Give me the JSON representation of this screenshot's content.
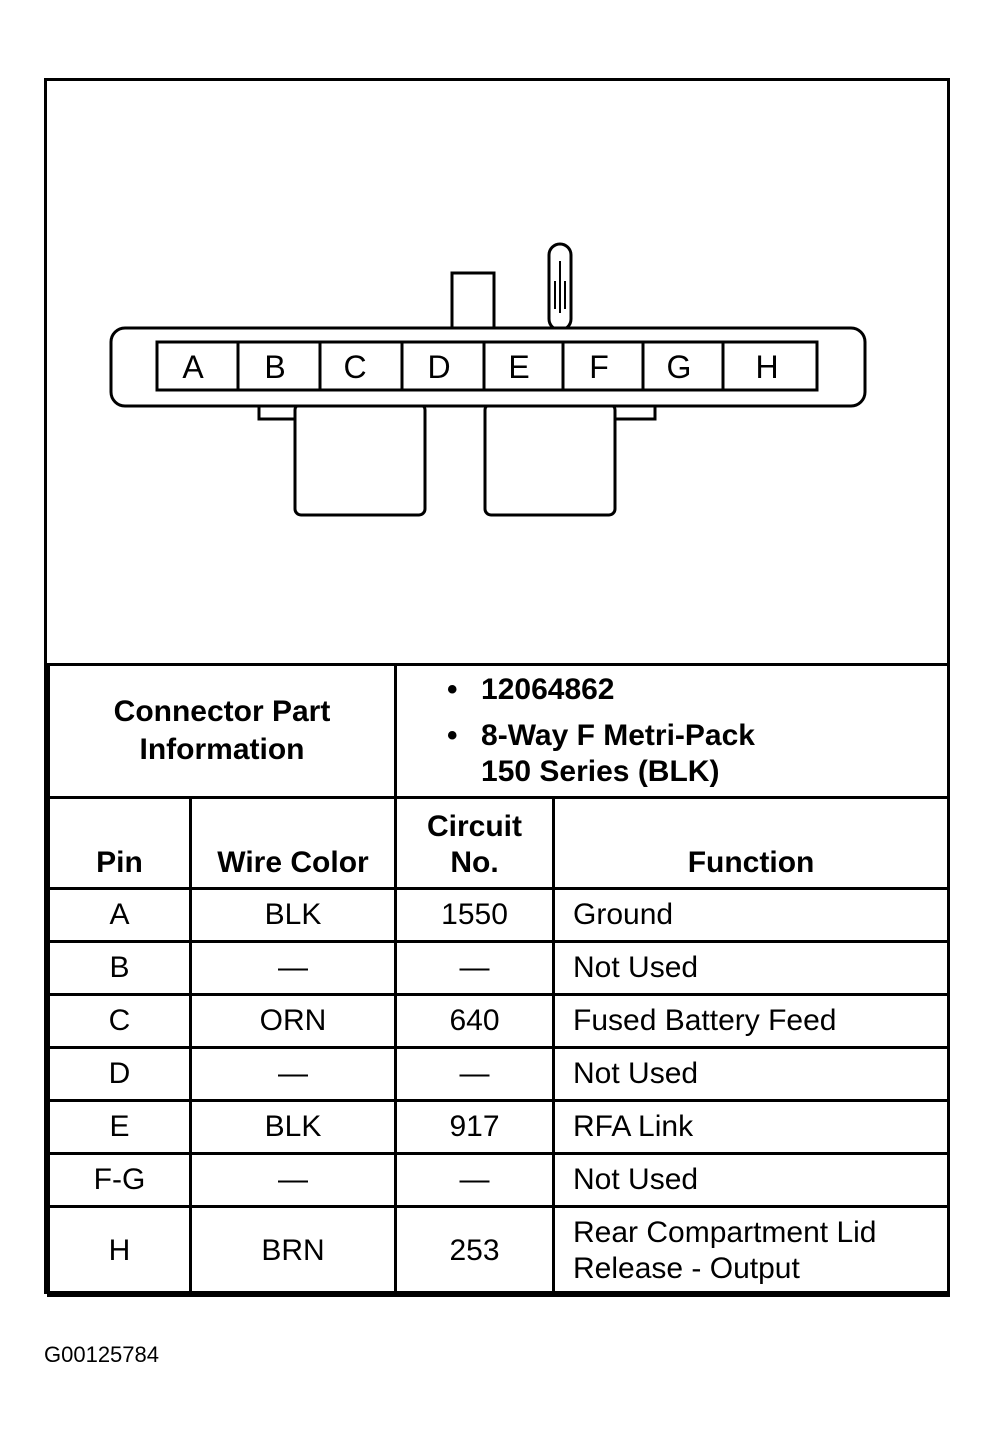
{
  "connector": {
    "pins": [
      "A",
      "B",
      "C",
      "D",
      "E",
      "F",
      "G",
      "H"
    ]
  },
  "part_info": {
    "label_line1": "Connector Part",
    "label_line2": "Information",
    "part_number": "12064862",
    "description_line1": "8-Way F Metri-Pack",
    "description_line2": "150 Series (BLK)",
    "bullet": "•"
  },
  "table": {
    "headers": {
      "pin": "Pin",
      "wire_color": "Wire Color",
      "circuit_line1": "Circuit",
      "circuit_line2": "No.",
      "function": "Function"
    },
    "rows": [
      {
        "pin": "A",
        "wire": "BLK",
        "circuit": "1550",
        "function": "Ground"
      },
      {
        "pin": "B",
        "wire": "—",
        "circuit": "—",
        "function": "Not Used"
      },
      {
        "pin": "C",
        "wire": "ORN",
        "circuit": "640",
        "function": "Fused Battery Feed"
      },
      {
        "pin": "D",
        "wire": "—",
        "circuit": "—",
        "function": "Not Used"
      },
      {
        "pin": "E",
        "wire": "BLK",
        "circuit": "917",
        "function": "RFA Link"
      },
      {
        "pin": "F-G",
        "wire": "—",
        "circuit": "—",
        "function": "Not Used"
      },
      {
        "pin": "H",
        "wire": "BRN",
        "circuit": "253",
        "function_line1": "Rear Compartment Lid",
        "function_line2": "Release - Output"
      }
    ]
  },
  "figure_id": "G00125784"
}
